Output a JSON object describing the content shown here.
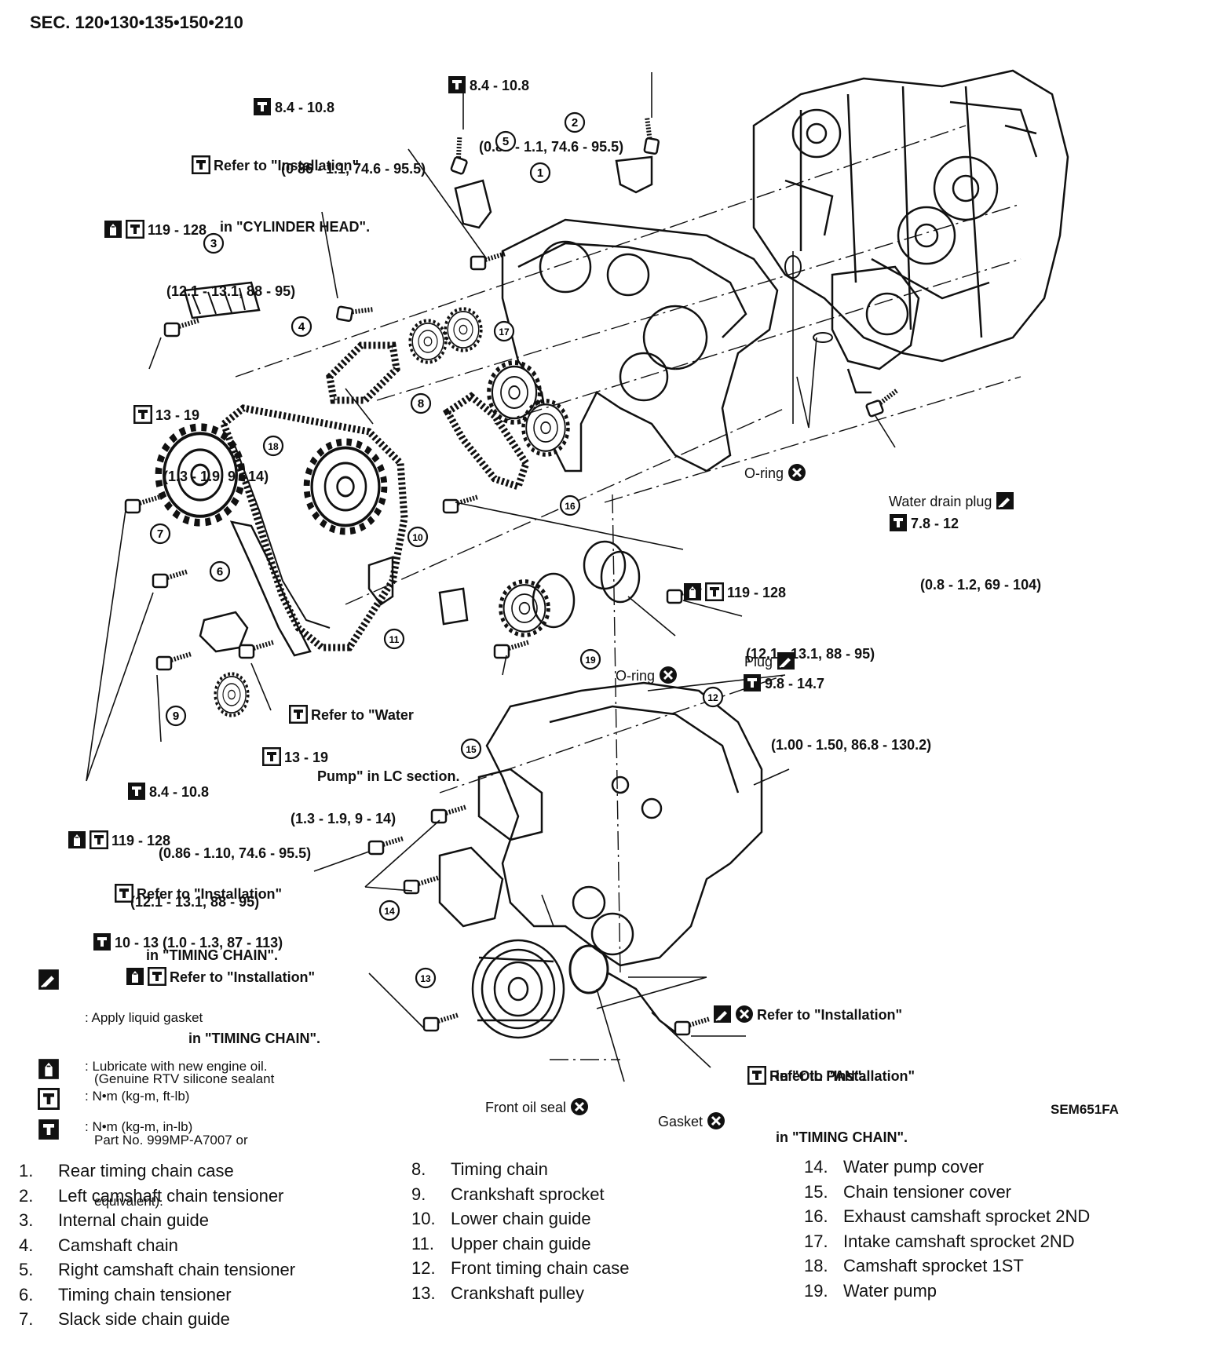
{
  "section_header": "SEC. 120•130•135•150•210",
  "figure_code": "SEM651FA",
  "callouts": [
    {
      "id": "c1",
      "icons": [
        "torque-in-lb"
      ],
      "line1": "8.4 - 10.8",
      "line2": "(0.86 - 1.1, 74.6 - 95.5)"
    },
    {
      "id": "c2",
      "icons": [
        "torque-in-lb"
      ],
      "line1": "8.4 - 10.8",
      "line2": "(0 86 - 1.1, 74.6 - 95.5)"
    },
    {
      "id": "c3",
      "icons": [
        "torque-ft-lb"
      ],
      "line1": "Refer to \"Installation\"",
      "line2": "in \"CYLINDER HEAD\"."
    },
    {
      "id": "c4",
      "icons": [
        "lubricate",
        "torque-ft-lb"
      ],
      "line1": "119 - 128",
      "line2": "(12.1 - 13.1, 88 - 95)"
    },
    {
      "id": "c5",
      "icons": [
        "torque-ft-lb"
      ],
      "line1": "13 - 19",
      "line2": "(1.3 - 1.9, 9 - 14)"
    },
    {
      "id": "c6",
      "icons": [],
      "line1": "O-ring",
      "line2": "",
      "mark": "do-not-reuse"
    },
    {
      "id": "c7",
      "icons": [],
      "line1": "Water drain plug",
      "line2": "",
      "mark": "liquid-gasket"
    },
    {
      "id": "c8",
      "icons": [
        "torque-in-lb"
      ],
      "line1": "7.8 - 12",
      "line2": "(0.8 - 1.2, 69 - 104)"
    },
    {
      "id": "c9",
      "icons": [
        "lubricate",
        "torque-ft-lb"
      ],
      "line1": "119 - 128",
      "line2": "(12.1 - 13.1, 88 - 95)"
    },
    {
      "id": "c10",
      "icons": [],
      "line1": "Plug",
      "line2": "",
      "mark": "liquid-gasket"
    },
    {
      "id": "c11",
      "icons": [
        "torque-in-lb"
      ],
      "line1": "9.8 - 14.7",
      "line2": "(1.00 - 1.50, 86.8 - 130.2)"
    },
    {
      "id": "c12",
      "icons": [],
      "line1": "O-ring",
      "line2": "",
      "mark": "do-not-reuse"
    },
    {
      "id": "c13",
      "icons": [
        "torque-ft-lb"
      ],
      "line1": "Refer to \"Water",
      "line2": "Pump\" in LC section."
    },
    {
      "id": "c14",
      "icons": [
        "torque-ft-lb"
      ],
      "line1": "13 - 19",
      "line2": "(1.3 - 1.9, 9 - 14)"
    },
    {
      "id": "c15",
      "icons": [
        "torque-in-lb"
      ],
      "line1": "8.4 - 10.8",
      "line2": "(0.86 - 1.10, 74.6 - 95.5)"
    },
    {
      "id": "c16",
      "icons": [
        "lubricate",
        "torque-ft-lb"
      ],
      "line1": "119 - 128",
      "line2": "(12.1 - 13.1, 88 - 95)"
    },
    {
      "id": "c17",
      "icons": [
        "torque-ft-lb"
      ],
      "line1": "Refer to \"Installation\"",
      "line2": "in \"TIMING CHAIN\"."
    },
    {
      "id": "c18",
      "icons": [
        "torque-in-lb"
      ],
      "line1": "10 - 13 (1.0 - 1.3, 87 - 113)",
      "line2": ""
    },
    {
      "id": "c19",
      "icons": [
        "lubricate",
        "torque-ft-lb"
      ],
      "line1": "Refer to \"Installation\"",
      "line2": "in \"TIMING CHAIN\"."
    },
    {
      "id": "c20",
      "icons": [
        "liquid-gasket",
        "do-not-reuse"
      ],
      "line1": "Refer to \"Installation\"",
      "line2": "in \"OIL PAN\"."
    },
    {
      "id": "c21",
      "icons": [
        "torque-ft-lb"
      ],
      "line1": "Refer to \"Installation\"",
      "line2": "in \"TIMING CHAIN\"."
    },
    {
      "id": "c22",
      "icons": [],
      "line1": "Front oil seal",
      "line2": "",
      "mark": "do-not-reuse"
    },
    {
      "id": "c23",
      "icons": [],
      "line1": "Gasket",
      "line2": "",
      "mark": "do-not-reuse"
    }
  ],
  "part_badges": [
    "1",
    "2",
    "3",
    "4",
    "5",
    "6",
    "7",
    "8",
    "9",
    "10",
    "11",
    "12",
    "13",
    "14",
    "15",
    "16",
    "17",
    "18",
    "19"
  ],
  "legend": [
    {
      "icon": "liquid-gasket",
      "lines": [
        ": Apply liquid gasket",
        "(Genuine RTV silicone sealant",
        "Part No. 999MP-A7007 or",
        "equivalent)."
      ]
    },
    {
      "icon": "lubricate",
      "lines": [
        ": Lubricate with new engine oil."
      ]
    },
    {
      "icon": "torque-ft-lb",
      "lines": [
        ": N•m (kg-m, ft-lb)"
      ]
    },
    {
      "icon": "torque-in-lb",
      "lines": [
        ": N•m (kg-m, in-lb)"
      ]
    }
  ],
  "parts_list": [
    {
      "num": "1.",
      "name": "Rear timing chain case"
    },
    {
      "num": "2.",
      "name": "Left camshaft chain tensioner"
    },
    {
      "num": "3.",
      "name": "Internal chain guide"
    },
    {
      "num": "4.",
      "name": "Camshaft chain"
    },
    {
      "num": "5.",
      "name": "Right camshaft chain tensioner"
    },
    {
      "num": "6.",
      "name": "Timing chain tensioner"
    },
    {
      "num": "7.",
      "name": "Slack side chain guide"
    },
    {
      "num": "8.",
      "name": "Timing chain"
    },
    {
      "num": "9.",
      "name": "Crankshaft sprocket"
    },
    {
      "num": "10.",
      "name": "Lower chain guide"
    },
    {
      "num": "11.",
      "name": "Upper chain guide"
    },
    {
      "num": "12.",
      "name": "Front timing chain case"
    },
    {
      "num": "13.",
      "name": "Crankshaft pulley"
    },
    {
      "num": "14.",
      "name": "Water pump cover"
    },
    {
      "num": "15.",
      "name": "Chain tensioner cover"
    },
    {
      "num": "16.",
      "name": "Exhaust camshaft sprocket 2ND"
    },
    {
      "num": "17.",
      "name": "Intake camshaft sprocket 2ND"
    },
    {
      "num": "18.",
      "name": "Camshaft sprocket 1ST"
    },
    {
      "num": "19.",
      "name": "Water pump"
    }
  ]
}
